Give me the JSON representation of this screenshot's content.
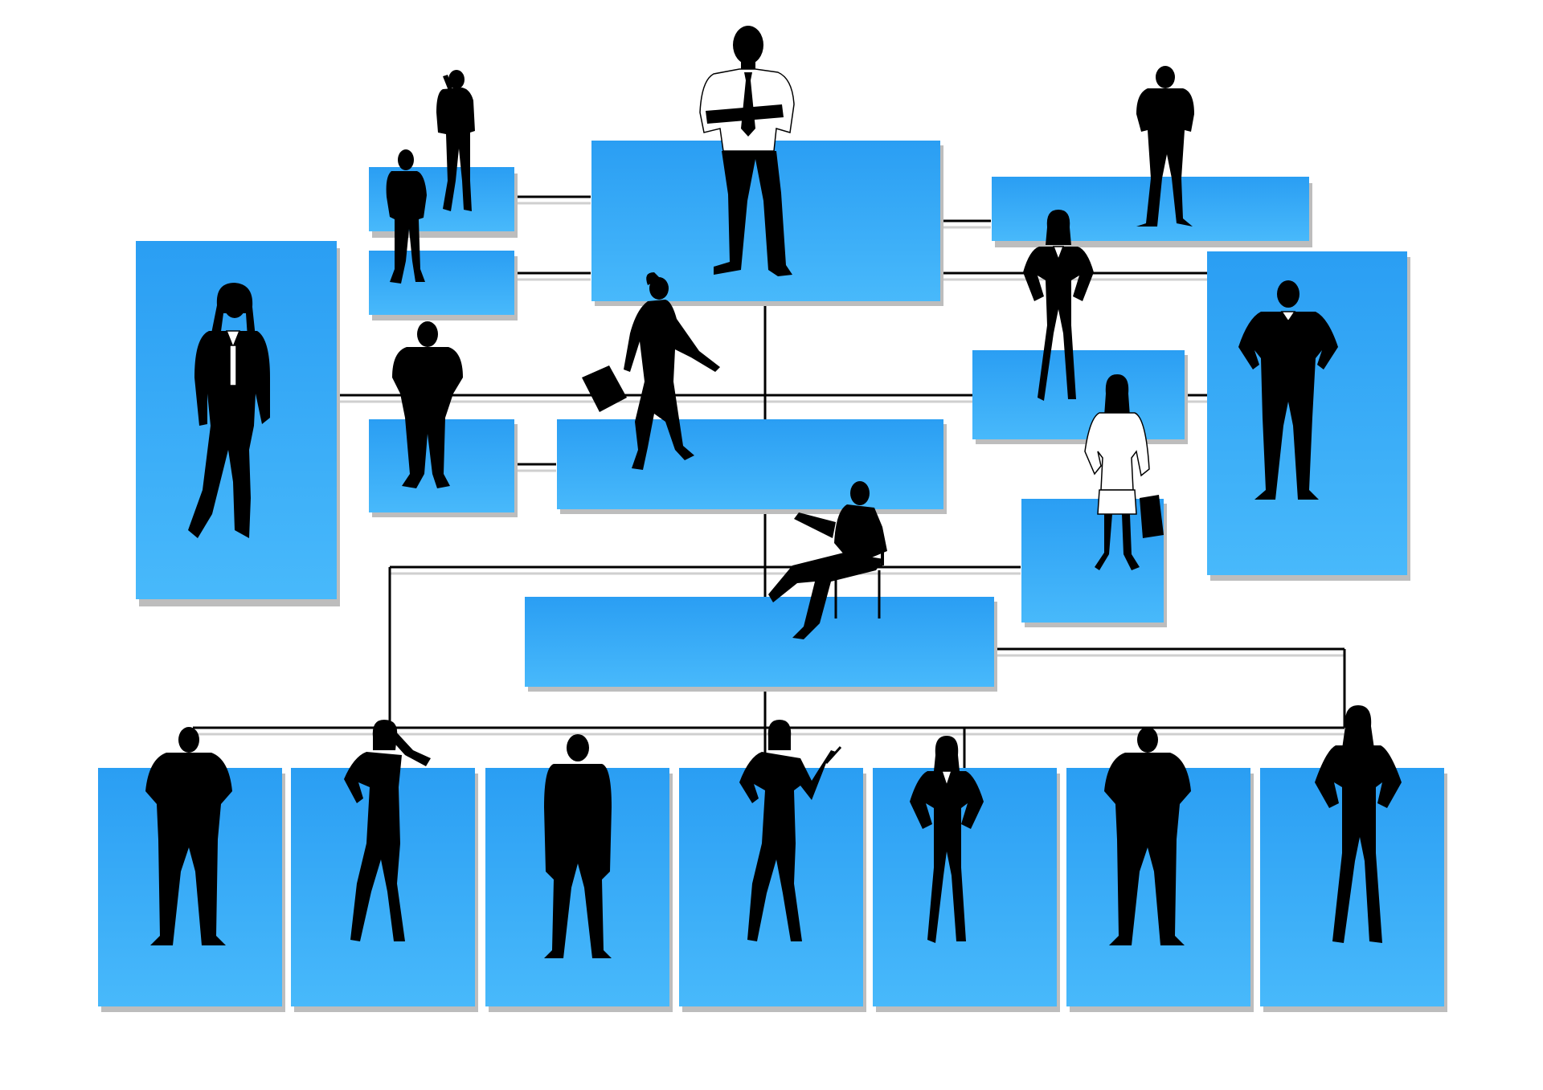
{
  "colors": {
    "background": "#ffffff",
    "box_top": "#2a9ef3",
    "box_bottom": "#48b9fb",
    "connector": "#000000",
    "silhouette": "#000000"
  },
  "boxes": [
    {
      "id": "ceo",
      "figure": "man-arms-crossed-white-shirt"
    },
    {
      "id": "top-left-upper",
      "figure": "man-standing"
    },
    {
      "id": "top-left-lower",
      "figure": "none"
    },
    {
      "id": "far-left",
      "figure": "woman-business-suit"
    },
    {
      "id": "mid-left",
      "figure": "man-standing-back"
    },
    {
      "id": "center-mid",
      "figure": "woman-walking-briefcase"
    },
    {
      "id": "top-right",
      "figure": "man-hands-in-pockets"
    },
    {
      "id": "right-mid",
      "figure": "woman-hands-on-hips"
    },
    {
      "id": "far-right",
      "figure": "man-tie-hands-on-hips"
    },
    {
      "id": "right-small",
      "figure": "woman-white-suit-bag"
    },
    {
      "id": "center-lower",
      "figure": "woman-seated-chair"
    },
    {
      "id": "bottom-1",
      "figure": "man-standing"
    },
    {
      "id": "bottom-2",
      "figure": "woman-on-phone"
    },
    {
      "id": "bottom-3",
      "figure": "man-standing"
    },
    {
      "id": "bottom-4",
      "figure": "woman-with-pointer"
    },
    {
      "id": "bottom-5",
      "figure": "woman-hands-on-hips"
    },
    {
      "id": "bottom-6",
      "figure": "man-standing-back"
    },
    {
      "id": "bottom-7",
      "figure": "woman-hands-on-hips"
    }
  ],
  "extra_figures": [
    {
      "id": "woman-phone-top",
      "figure": "woman-on-phone"
    }
  ]
}
